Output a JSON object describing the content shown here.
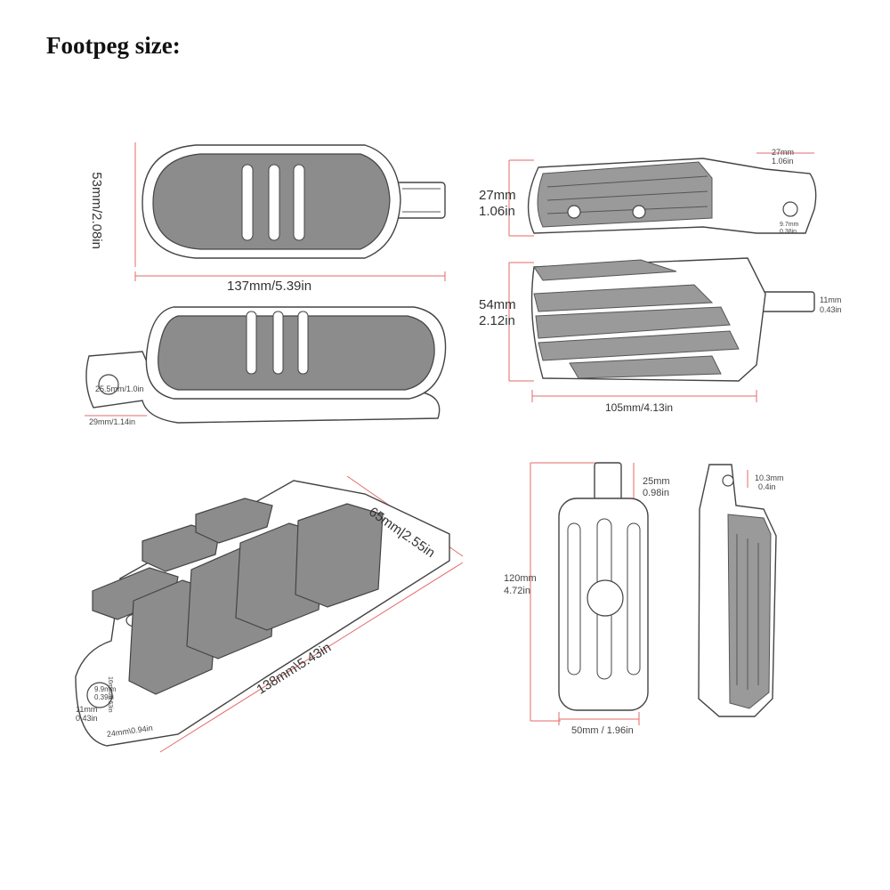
{
  "title": "Footpeg size:",
  "colors": {
    "dimension_line": "#e66a6a",
    "outline": "#444444",
    "pad": "#8c8c8c"
  },
  "dimensions": {
    "top_view": {
      "height": "53mm/2.08in",
      "length": "137mm/5.39in"
    },
    "angle_view": {
      "inner": "25.5mm/1.0in",
      "mount": "29mm/1.14in"
    },
    "side_view": {
      "height_mm": "27mm",
      "height_in": "1.06in",
      "clevis_mm": "27mm",
      "clevis_in": "1.06in",
      "hole_mm": "9.7mm",
      "hole_in": "0.38in"
    },
    "front_view": {
      "height_mm": "54mm",
      "height_in": "2.12in",
      "tab_mm": "11mm",
      "tab_in": "0.43in",
      "length": "105mm/4.13in"
    },
    "iso_view": {
      "width_mm": "65mm",
      "width_in": "2.55in",
      "length_mm": "138mm",
      "length_in": "5.43in",
      "hole_mm": "9.9mm",
      "hole_in": "0.39in",
      "slot_mm": "11mm",
      "slot_in": "0.43in",
      "mount_mm": "24mm",
      "mount_in": "0.94in",
      "small": "16mm/0.63in"
    },
    "end_view": {
      "tab_mm": "25mm",
      "tab_in": "0.98in",
      "height_mm": "120mm",
      "height_in": "4.72in",
      "width": "50mm / 1.96in",
      "hole_mm": "10.3mm",
      "hole_in": "0.4in"
    }
  }
}
